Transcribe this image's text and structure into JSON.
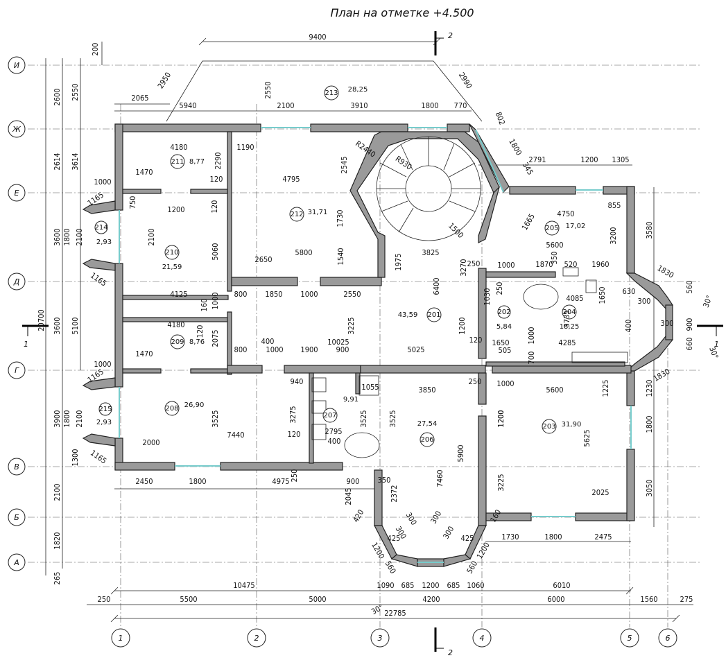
{
  "title": "План на отметке +4.500",
  "axes_rows": [
    "И",
    "Ж",
    "Е",
    "Д",
    "Г",
    "В",
    "Б",
    "А"
  ],
  "axes_cols": [
    "1",
    "2",
    "3",
    "4",
    "5",
    "6"
  ],
  "section_marks": {
    "top": "2",
    "bottom": "2",
    "left": "1",
    "right": "1"
  },
  "rooms": [
    {
      "num": "213",
      "area": "28,25"
    },
    {
      "num": "211",
      "area": "8,77"
    },
    {
      "num": "212",
      "area": "31,71"
    },
    {
      "num": "214",
      "area": "2,93"
    },
    {
      "num": "210",
      "area": "21,59"
    },
    {
      "num": "201",
      "area": "43,59"
    },
    {
      "num": "205",
      "area": "17,02"
    },
    {
      "num": "202",
      "area": "5,84"
    },
    {
      "num": "204",
      "area": "18,25"
    },
    {
      "num": "209",
      "area": "8,76"
    },
    {
      "num": "208",
      "area": "26,90"
    },
    {
      "num": "215",
      "area": "2,93"
    },
    {
      "num": "207",
      "area": "9,91"
    },
    {
      "num": "206",
      "area": "27,54"
    },
    {
      "num": "203",
      "area": "31,90"
    }
  ],
  "dims": {
    "top_9400": "9400",
    "top_200": "200",
    "d2950": "2950",
    "d2990": "2990",
    "d2065": "2065",
    "d5940": "5940",
    "d2100a": "2100",
    "d3910": "3910",
    "d1800a": "1800",
    "d770": "770",
    "d2550a": "2550",
    "d802": "802",
    "d1800b": "1800",
    "d345": "345",
    "d2791": "2791",
    "d1200a": "1200",
    "d1305": "1305",
    "d2600": "2600",
    "d2550b": "2550",
    "d4180a": "4180",
    "d1190": "1190",
    "d2290": "2290",
    "d2545": "2545",
    "r2440": "R2440",
    "r930": "R930",
    "d1470a": "1470",
    "d120a": "120",
    "d4795": "4795",
    "d2614": "2614",
    "d3614": "3614",
    "d1000a": "1000",
    "d1165a": "1165",
    "d750": "750",
    "d1200b": "1200",
    "d120b": "120",
    "d1730": "1730",
    "d1500": "1500",
    "d1665": "1665",
    "d4750": "4750",
    "d855": "855",
    "d3580": "3580",
    "d3200": "3200",
    "d5600a": "5600",
    "d3600a": "3600",
    "d1800c": "1800",
    "d2100b": "2100",
    "d2100c": "2100",
    "d5060": "5060",
    "d2650": "2650",
    "d5800": "5800",
    "d1540": "1540",
    "d3825": "3825",
    "d1975": "1975",
    "d3270": "3270",
    "d250a": "250",
    "d1000b": "1000",
    "d1870": "1870",
    "d350": "350",
    "d520": "520",
    "d1960": "1960",
    "d1830a": "1830",
    "d560a": "560",
    "a30a": "30°",
    "d1165b": "1165",
    "d800a": "800",
    "d1850": "1850",
    "d1000c": "1000",
    "d2550c": "2550",
    "d4125": "4125",
    "d160": "160",
    "d1000d": "1000",
    "d6400": "6400",
    "d1030": "1030",
    "d250b": "250",
    "d4085": "4085",
    "d1650": "1650",
    "d630": "630",
    "d300a": "300",
    "d20700": "20700",
    "d3600b": "3600",
    "d5100": "5100",
    "d4180b": "4180",
    "d120c": "120",
    "d3225a": "3225",
    "d1200c": "1200",
    "d400a": "400",
    "d900a": "900",
    "d300b": "300",
    "d3735": "3735",
    "d1000e": "1000",
    "d2075": "2075",
    "d400b": "400",
    "d1900": "1900",
    "d900b": "900",
    "d10025": "10025",
    "d5025": "5025",
    "d120d": "120",
    "d1650b": "1650",
    "d505": "505",
    "d4285": "4285",
    "d700": "700",
    "d660": "660",
    "d1470b": "1470",
    "d800b": "800",
    "d1000f": "1000",
    "d1000g": "1000",
    "d1165c": "1165",
    "d940": "940",
    "d1055": "1055",
    "d3850": "3850",
    "d250c": "250",
    "d1000h": "1000",
    "d5600b": "5600",
    "d1225": "1225",
    "d1230": "1230",
    "d1830b": "1830",
    "a30b": "30°",
    "d1200d": "1200",
    "d3275": "3275",
    "d3525a": "3525",
    "d3525b": "3525",
    "d3525c": "3525",
    "d3900": "3900",
    "d1800d": "1800",
    "d2100d": "2100",
    "d2000": "2000",
    "d7440": "7440",
    "d120e": "120",
    "d2795": "2795",
    "d400c": "400",
    "d1200e": "1200",
    "d5625": "5625",
    "d1800e": "1800",
    "d5900": "5900",
    "d7460": "7460",
    "d1300": "1300",
    "d1165d": "1165",
    "d2450": "2450",
    "d1800f": "1800",
    "d4975": "4975",
    "d250d": "250",
    "d900c": "900",
    "d350b": "350",
    "d3225b": "3225",
    "d3050": "3050",
    "d2100e": "2100",
    "d2045": "2045",
    "d2372": "2372",
    "d2025": "2025",
    "d420": "420",
    "d300c": "300",
    "d300d": "300",
    "d300e": "300",
    "d300f": "300",
    "d160b": "160",
    "d1820": "1820",
    "d425a": "425",
    "d425b": "425",
    "d1200f": "1200",
    "d1200g": "1200",
    "d1730b": "1730",
    "d1800g": "1800",
    "d2475": "2475",
    "d560b": "560",
    "d560c": "560",
    "d265": "265",
    "d10475": "10475",
    "d1090": "1090",
    "d685a": "685",
    "d1200h": "1200",
    "d685b": "685",
    "d1060": "1060",
    "d6010": "6010",
    "d250e": "250",
    "d5500": "5500",
    "d5000": "5000",
    "d4200": "4200",
    "d6000": "6000",
    "d1560": "1560",
    "d275": "275",
    "a30c": "30°",
    "d22785": "22785"
  }
}
